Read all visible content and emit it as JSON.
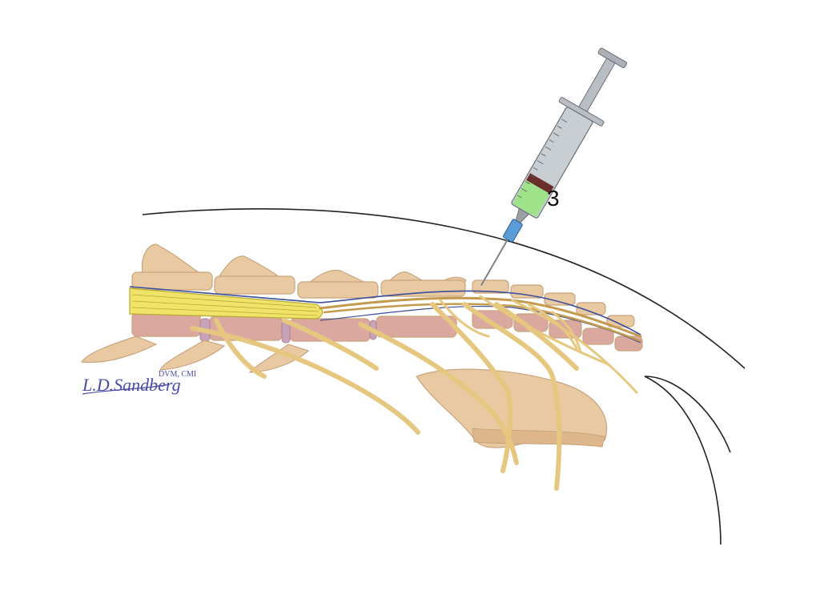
{
  "labels": {
    "step": "3"
  },
  "signature": {
    "name": "L.D.Sandberg",
    "credentials": "DVM, CMI"
  },
  "colors": {
    "bone": "#e8c9a2",
    "bone_edge": "#c9a47c",
    "marrow": "#d9a8a0",
    "nerve": "#e6c77f",
    "nerve_edge": "#c49a4e",
    "spinal_cord": "#f0e36a",
    "dura": "#3b4e9a",
    "disc": "#c8a3b8",
    "syringe_fluid": "#9ee38a",
    "needle_hub": "#5a9bd8",
    "outline": "#222222",
    "signature_ink": "#4a4aa8"
  }
}
